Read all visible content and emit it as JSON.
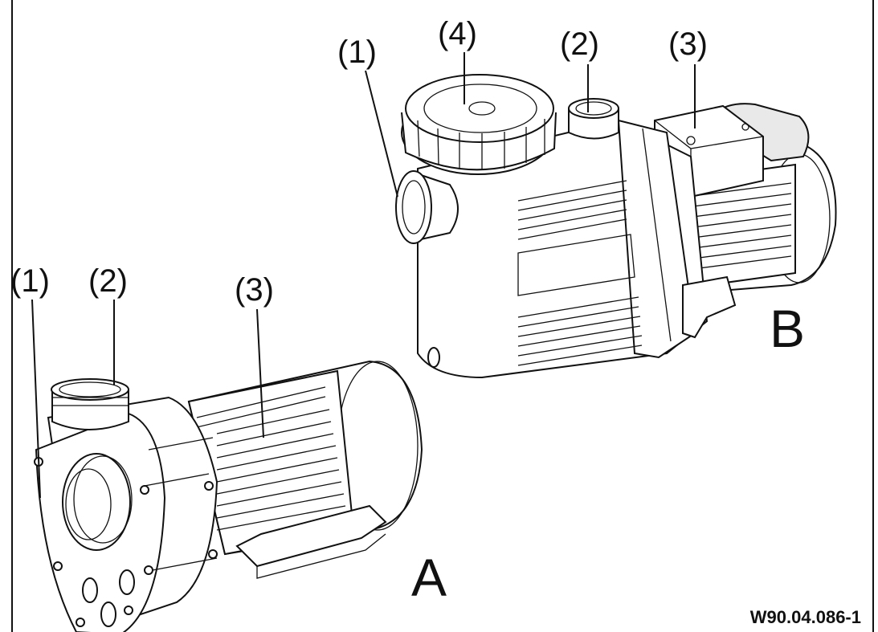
{
  "figure_code": "W90.04.086-1",
  "pump_a": {
    "letter": "A",
    "labels": [
      "(1)",
      "(2)",
      "(3)"
    ]
  },
  "pump_b": {
    "letter": "B",
    "labels": [
      "(1)",
      "(4)",
      "(2)",
      "(3)"
    ]
  }
}
